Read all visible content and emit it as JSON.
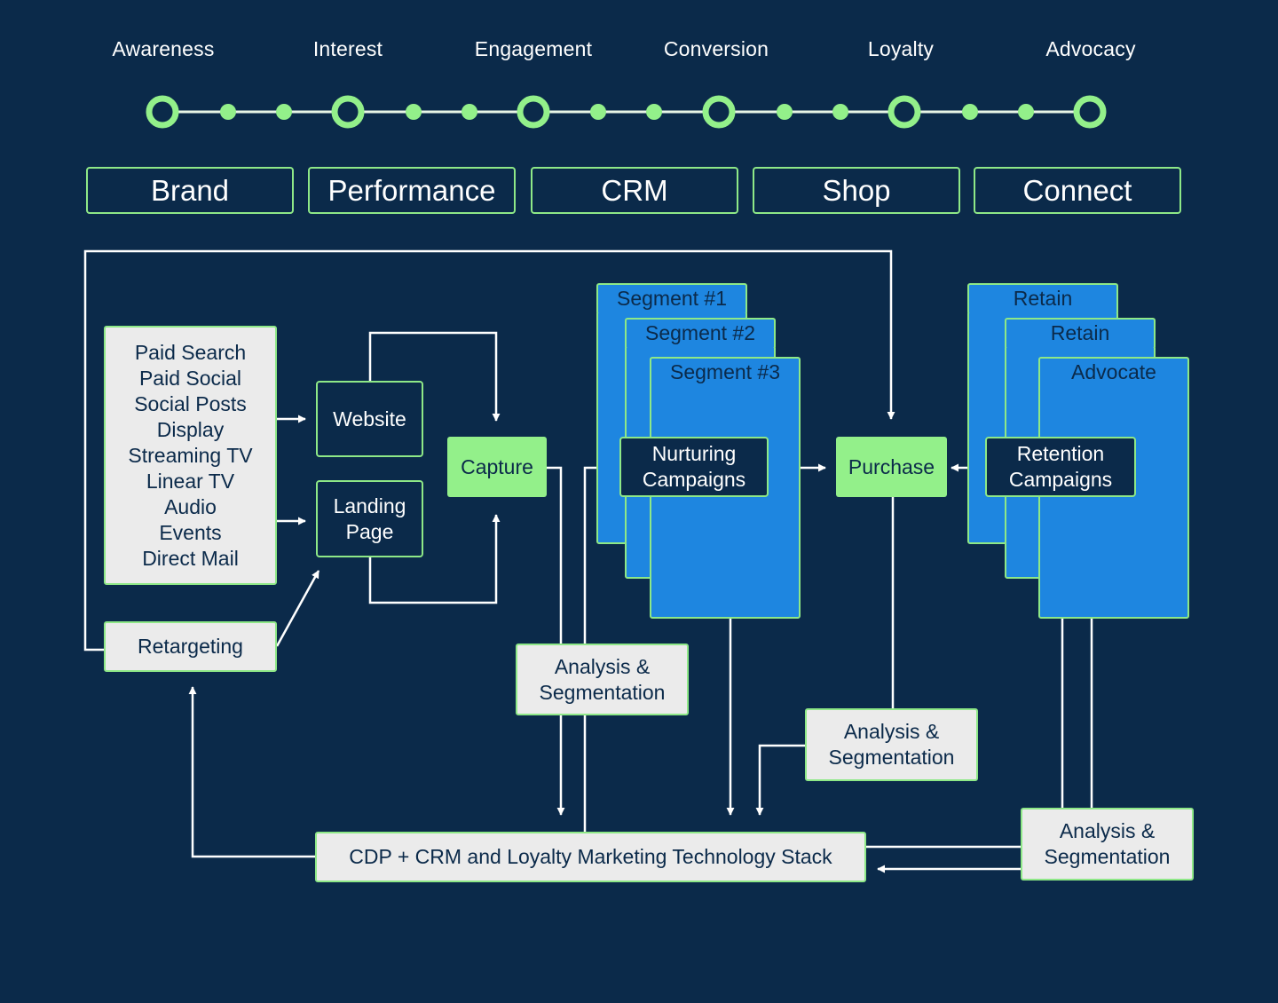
{
  "stages": [
    "Awareness",
    "Interest",
    "Engagement",
    "Conversion",
    "Loyalty",
    "Advocacy"
  ],
  "channels": [
    "Brand",
    "Performance",
    "CRM",
    "Shop",
    "Connect"
  ],
  "media_list": [
    "Paid Search",
    "Paid Social",
    "Social Posts",
    "Display",
    "Streaming TV",
    "Linear TV",
    "Audio",
    "Events",
    "Direct Mail"
  ],
  "nodes": {
    "retargeting": "Retargeting",
    "website": "Website",
    "landing_page_line1": "Landing",
    "landing_page_line2": "Page",
    "capture": "Capture",
    "nurturing_line1": "Nurturing",
    "nurturing_line2": "Campaigns",
    "purchase": "Purchase",
    "retention_line1": "Retention",
    "retention_line2": "Campaigns",
    "analysis_line1": "Analysis &",
    "analysis_line2": "Segmentation",
    "tech_stack": "CDP + CRM and Loyalty Marketing Technology Stack"
  },
  "segments": [
    "Segment #1",
    "Segment #2",
    "Segment #3"
  ],
  "loyalty_cards": [
    "Retain",
    "Retain",
    "Advocate"
  ],
  "colors": {
    "background": "#0b2a4a",
    "accent_green": "#93f08a",
    "card_blue": "#1e86e0",
    "light_box": "#ebebeb"
  }
}
